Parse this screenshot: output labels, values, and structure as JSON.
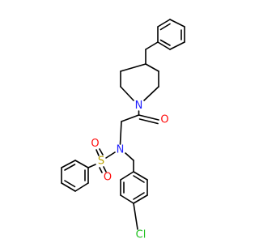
{
  "molecule": {
    "colors": {
      "bond": "#000000",
      "N": "#1f1fff",
      "O": "#ff0d0d",
      "S": "#b8a000",
      "Cl": "#1fc01f",
      "background": "#ffffff"
    },
    "atoms": [
      {
        "id": "n_pip",
        "element": "N",
        "label": "N"
      },
      {
        "id": "o_carbonyl",
        "element": "O",
        "label": "O"
      },
      {
        "id": "n_sulfonamide",
        "element": "N",
        "label": "N"
      },
      {
        "id": "s",
        "element": "S",
        "label": "S"
      },
      {
        "id": "o_s1",
        "element": "O",
        "label": "O"
      },
      {
        "id": "o_s2",
        "element": "O",
        "label": "O"
      },
      {
        "id": "cl",
        "element": "Cl",
        "label": "Cl"
      }
    ]
  }
}
